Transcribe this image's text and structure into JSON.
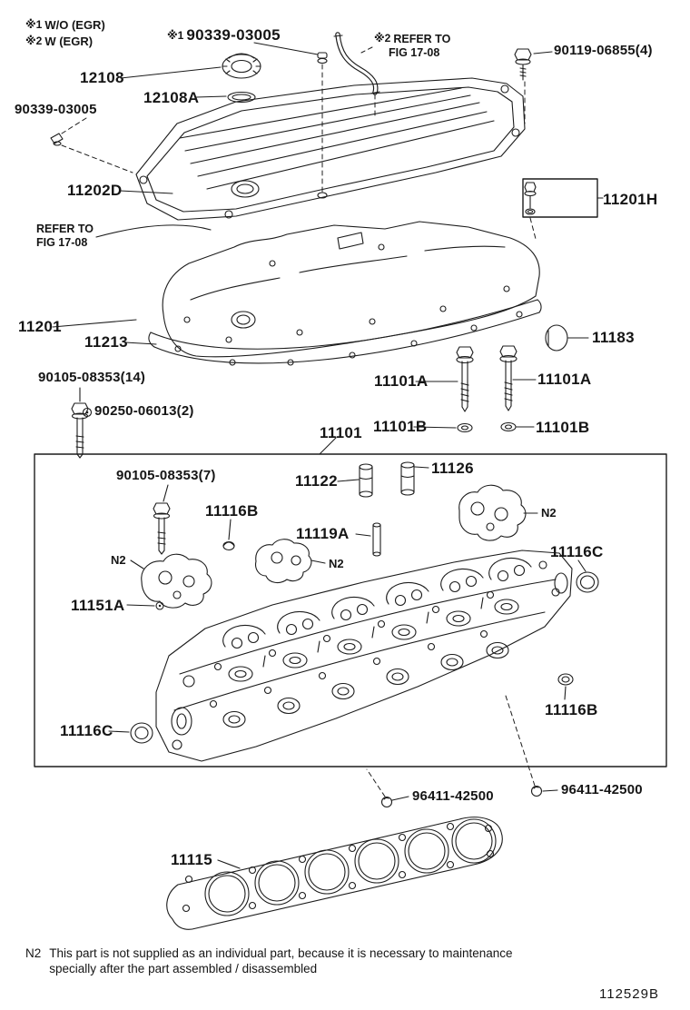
{
  "legend": {
    "note1_symbol": "※1",
    "note1_text": "W/O (EGR)",
    "note2_symbol": "※2",
    "note2_text": "W (EGR)"
  },
  "labels": {
    "p90339_03005": "90339-03005",
    "refer_to": "REFER TO",
    "fig_17_08": "FIG 17-08",
    "p90119_06855": "90119-06855(4)",
    "p12108": "12108",
    "p12108a": "12108A",
    "p11202d": "11202D",
    "p11201h": "11201H",
    "p11201": "11201",
    "p11213": "11213",
    "p11183": "11183",
    "p90105_08353_14": "90105-08353(14)",
    "p90105_08353_7": "90105-08353(7)",
    "p90250_06013": "90250-06013(2)",
    "p11101": "11101",
    "p11101a": "11101A",
    "p11101b": "11101B",
    "p11122": "11122",
    "p11126": "11126",
    "p11116b": "11116B",
    "p11119a": "11119A",
    "p11116c": "11116C",
    "n2": "N2",
    "p11151a": "11151A",
    "p96411_42500": "96411-42500",
    "p11115": "11115"
  },
  "footnote": {
    "symbol": "N2",
    "line1": "This part is not supplied as an individual part, because it is necessary to maintenance",
    "line2": "specially after the part assembled / disassembled"
  },
  "doc_number": "112529B"
}
